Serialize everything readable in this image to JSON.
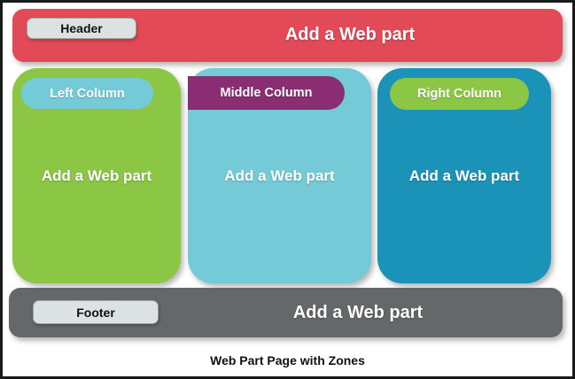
{
  "caption": "Web Part Page with Zones",
  "zones": {
    "header": {
      "label": "Header",
      "action": "Add a Web part",
      "color": "#E34A58",
      "label_color": "#DCE2E2"
    },
    "left_column": {
      "label": "Left Column",
      "action": "Add a Web part",
      "color": "#8CC645",
      "label_color": "#74CBD7"
    },
    "middle_column": {
      "label": "Middle Column",
      "action": "Add a Web part",
      "color": "#74CBD7",
      "label_color": "#8A2D72"
    },
    "right_column": {
      "label": "Right Column",
      "action": "Add a Web part",
      "color": "#1B93B8",
      "label_color": "#8CC645"
    },
    "footer": {
      "label": "Footer",
      "action": "Add a Web part",
      "color": "#646869",
      "label_color": "#DCE2E2"
    }
  }
}
